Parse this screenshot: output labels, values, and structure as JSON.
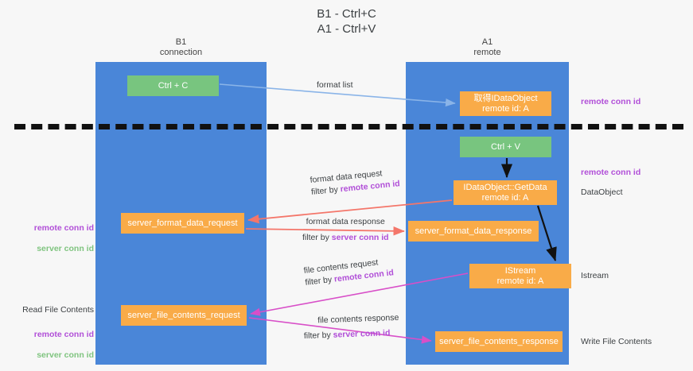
{
  "diagram": {
    "title": "B1 - Ctrl+C\nA1 - Ctrl+V",
    "columns": [
      {
        "name": "B1",
        "sub": "connection",
        "header": "B1\nconnection"
      },
      {
        "name": "A1",
        "sub": "remote",
        "header": "A1\nremote"
      }
    ],
    "boxes": {
      "ctrl_c": "Ctrl + C",
      "idataobject": "取得IDataObject\nremote id: A",
      "ctrl_v": "Ctrl + V",
      "getdata": "IDataObject::GetData\nremote id: A",
      "server_format_data_request": "server_format_data_request",
      "server_format_data_response": "server_format_data_response",
      "istream": "IStream\nremote id: A",
      "server_file_contents_request": "server_file_contents_request",
      "server_file_contents_response": "server_file_contents_response"
    },
    "flows": [
      {
        "id": "format_list",
        "label": "format list",
        "filter": ""
      },
      {
        "id": "format_data_request",
        "label": "format data request",
        "filter_prefix": "filter by ",
        "filter_key": "remote conn id"
      },
      {
        "id": "format_data_response",
        "label": "format data response",
        "filter_prefix": "filter by ",
        "filter_key": "server conn id"
      },
      {
        "id": "file_contents_request",
        "label": "file contents request",
        "filter_prefix": "filter by ",
        "filter_key": "remote conn id"
      },
      {
        "id": "file_contents_response",
        "label": "file contents response",
        "filter_prefix": "filter by ",
        "filter_key": "server conn id"
      }
    ],
    "side_labels": {
      "right_remote_conn_id_top": "remote conn id",
      "right_remote_conn_id_mid": "remote conn id",
      "right_dataobject": "DataObject",
      "right_istream": "Istream",
      "right_write_file_contents": "Write File Contents",
      "left_remote_conn_id": "remote conn id",
      "left_server_conn_id": "server conn id",
      "left_read_file_contents": "Read File Contents",
      "left_remote_conn_id_2": "remote conn id",
      "left_server_conn_id_2": "server conn id"
    },
    "colors": {
      "lane": "#4a86d8",
      "green_box": "#78c57f",
      "orange_box": "#f9ab48",
      "purple_text": "#b14fd8",
      "green_text": "#7fc47f",
      "arrow_blue": "#8ab4e8",
      "arrow_red": "#f4766a",
      "arrow_magenta": "#d84fc8",
      "arrow_black": "#111111",
      "background": "#f7f7f7"
    }
  }
}
